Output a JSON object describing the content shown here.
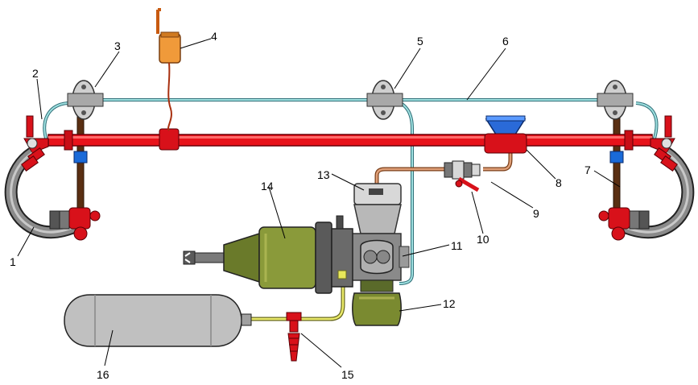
{
  "callouts": [
    {
      "id": "1",
      "label": "1"
    },
    {
      "id": "2",
      "label": "2"
    },
    {
      "id": "3",
      "label": "3"
    },
    {
      "id": "4",
      "label": "4"
    },
    {
      "id": "5",
      "label": "5"
    },
    {
      "id": "6",
      "label": "6"
    },
    {
      "id": "7",
      "label": "7"
    },
    {
      "id": "8",
      "label": "8"
    },
    {
      "id": "9",
      "label": "9"
    },
    {
      "id": "10",
      "label": "10"
    },
    {
      "id": "11",
      "label": "11"
    },
    {
      "id": "12",
      "label": "12"
    },
    {
      "id": "13",
      "label": "13"
    },
    {
      "id": "14",
      "label": "14"
    },
    {
      "id": "15",
      "label": "15"
    },
    {
      "id": "16",
      "label": "16"
    }
  ],
  "colors": {
    "air_tube": "#7fc8c8",
    "brake_pipe": "#e8121a",
    "fitting_red": "#d8111a",
    "valve_body": "#c8c8c8",
    "gear_motor": "#8a9a3a",
    "cylinder": "#c0c0c0",
    "copper_tube": "#d88a5a",
    "yellow_tube": "#e8e85a",
    "brake_rod": "#6b3a1a",
    "solenoid": "#f09a3a",
    "funnel_blue": "#2a6ad8"
  }
}
